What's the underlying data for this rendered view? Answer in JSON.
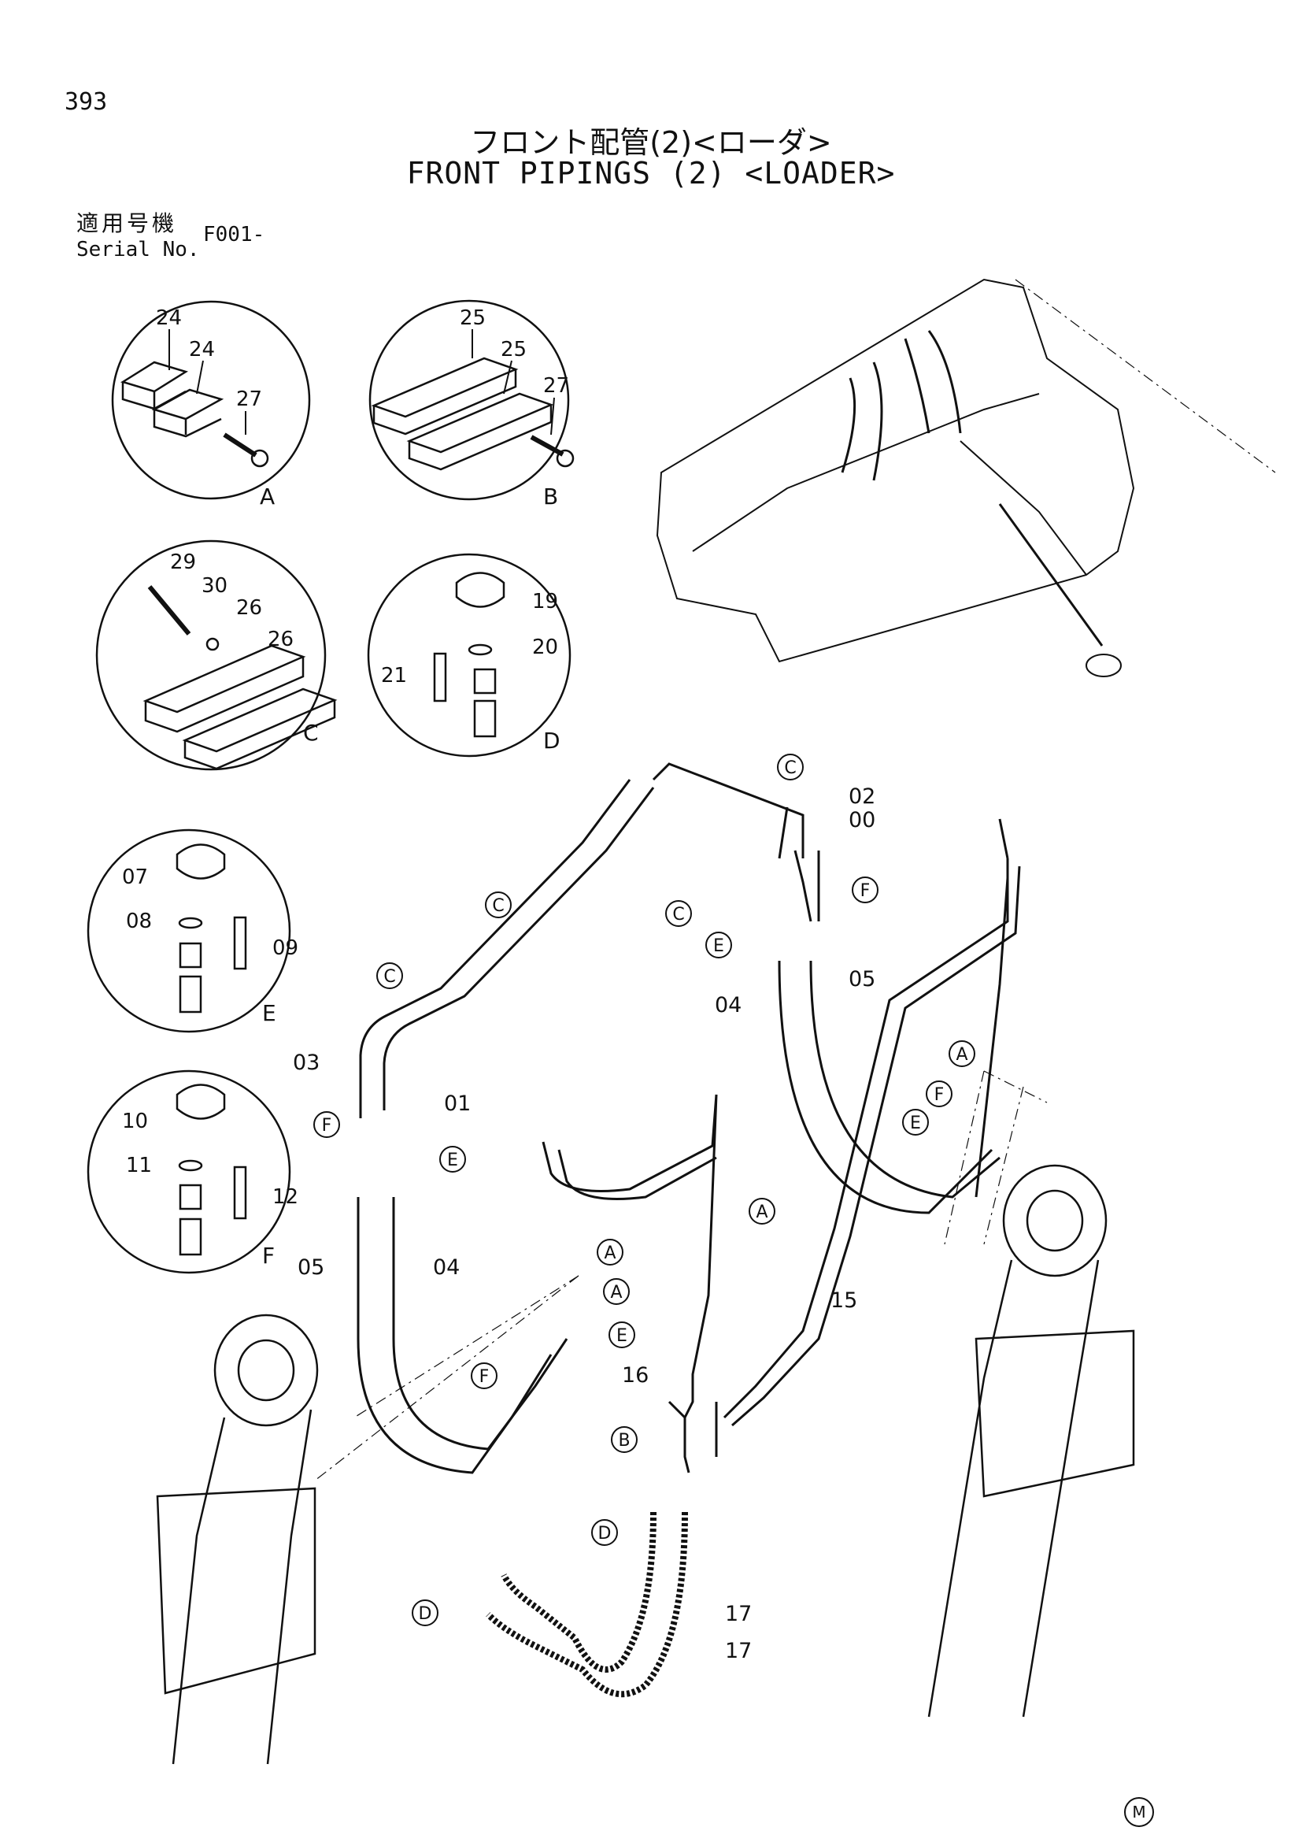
{
  "page_number": "393",
  "title_jp": "フロント配管(2)<ローダ>",
  "title_en": "FRONT PIPINGS (2) <LOADER>",
  "serial_label_jp": "適用号機",
  "serial_label_en": "Serial No.",
  "serial_value": "F001-",
  "mark": "M",
  "detail_views": [
    {
      "letter": "A",
      "parts": [
        "24",
        "24",
        "27"
      ]
    },
    {
      "letter": "B",
      "parts": [
        "25",
        "25",
        "27"
      ]
    },
    {
      "letter": "C",
      "parts": [
        "29",
        "30",
        "26",
        "26"
      ]
    },
    {
      "letter": "D",
      "parts": [
        "19",
        "20",
        "21"
      ]
    },
    {
      "letter": "E",
      "parts": [
        "07",
        "08",
        "09"
      ]
    },
    {
      "letter": "F",
      "parts": [
        "10",
        "11",
        "12"
      ]
    }
  ],
  "part_numbers": [
    "00",
    "01",
    "02",
    "03",
    "04",
    "05",
    "15",
    "16",
    "17"
  ],
  "callout_letters": [
    "A",
    "B",
    "C",
    "D",
    "E",
    "F"
  ]
}
